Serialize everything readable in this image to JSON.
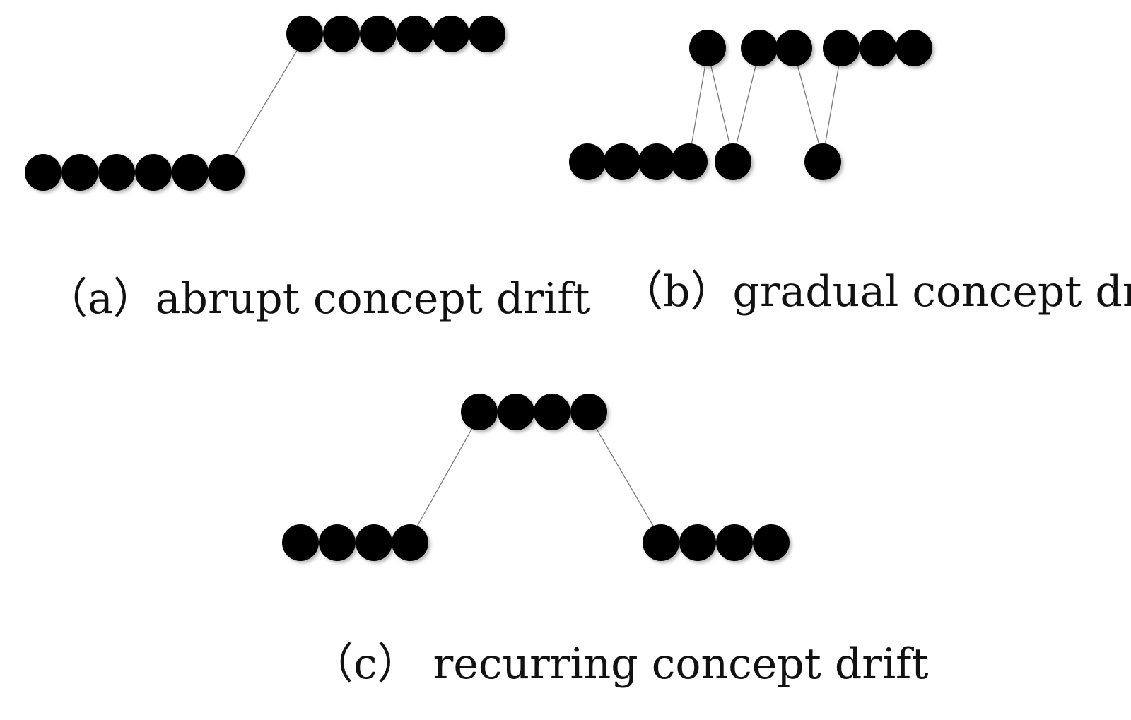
{
  "panels": [
    {
      "id": "a",
      "caption": "（a）abrupt concept drift",
      "dots": [
        {
          "level": "low"
        },
        {
          "level": "low"
        },
        {
          "level": "low"
        },
        {
          "level": "low"
        },
        {
          "level": "low"
        },
        {
          "level": "low"
        },
        {
          "level": "high"
        },
        {
          "level": "high"
        },
        {
          "level": "high"
        },
        {
          "level": "high"
        },
        {
          "level": "high"
        },
        {
          "level": "high"
        }
      ]
    },
    {
      "id": "b",
      "caption": "（b）gradual concept drift",
      "dots": [
        {
          "level": "low"
        },
        {
          "level": "low"
        },
        {
          "level": "low"
        },
        {
          "level": "low"
        },
        {
          "level": "high"
        },
        {
          "level": "low"
        },
        {
          "level": "high"
        },
        {
          "level": "high"
        },
        {
          "level": "low"
        },
        {
          "level": "high"
        },
        {
          "level": "high"
        },
        {
          "level": "high"
        }
      ]
    },
    {
      "id": "c",
      "caption": "（c） recurring concept drift",
      "dots": [
        {
          "level": "low"
        },
        {
          "level": "low"
        },
        {
          "level": "low"
        },
        {
          "level": "low"
        },
        {
          "level": "high"
        },
        {
          "level": "high"
        },
        {
          "level": "high"
        },
        {
          "level": "high"
        },
        {
          "level": "low"
        },
        {
          "level": "low"
        },
        {
          "level": "low"
        },
        {
          "level": "low"
        }
      ]
    }
  ],
  "colors": {
    "dot": "#000000",
    "connector": "#7a7a7a",
    "text": "#111111",
    "background": "#ffffff"
  }
}
